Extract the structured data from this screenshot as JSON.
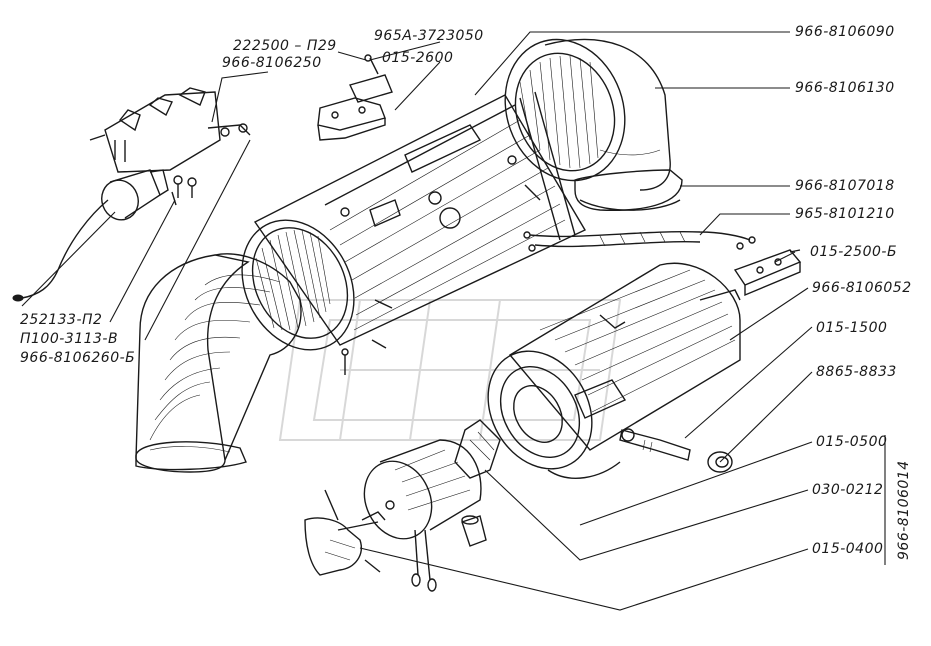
{
  "labels": {
    "l222500": "222500 – П29",
    "l965a": "965А-3723050",
    "l9666250": "966-8106250",
    "l015_2600": "015-2600",
    "l9666090": "966-8106090",
    "l9666130": "966-8106130",
    "l9667018": "966-8107018",
    "l9651210": "965-8101210",
    "l015_2500b": "015-2500-Б",
    "l9666052": "966-8106052",
    "l015_1500": "015-1500",
    "l8865": "8865-8833",
    "l015_0500": "015-0500",
    "l030_0212": "030-0212",
    "l015_0400": "015-0400",
    "l252133": "252133-П2",
    "lp100": "П100-3113-В",
    "l9666260b": "966-8106260-Б",
    "l9666014": "966-8106014"
  },
  "colors": {
    "ink": "#1a1a1a",
    "background": "#ffffff"
  }
}
